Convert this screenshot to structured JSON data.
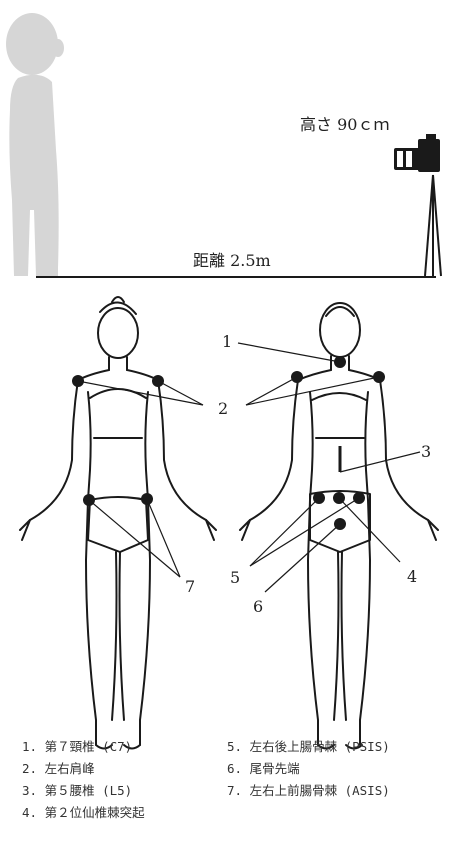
{
  "setup": {
    "height_label": "高さ 90ｃｍ",
    "distance_label": "距離 2.5m"
  },
  "markers": {
    "n1": "1",
    "n2": "2",
    "n2b": "2",
    "n3": "3",
    "n4": "4",
    "n5": "5",
    "n6": "6",
    "n7": "7"
  },
  "legend": [
    [
      "1. 第７頸椎 (C7)",
      "5. 左右後上腸骨棘 (PSIS)"
    ],
    [
      "2. 左右肩峰",
      "6. 尾骨先端"
    ],
    [
      "3. 第５腰椎 (L5)",
      "7. 左右上前腸骨棘 (ASIS)"
    ],
    [
      "4. 第２位仙椎棘突起",
      ""
    ]
  ],
  "colors": {
    "silhouette": "#d6d6d6",
    "ink": "#1a1a1a"
  }
}
